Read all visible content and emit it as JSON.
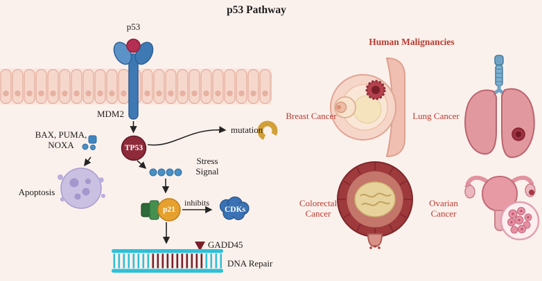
{
  "title": "p53 Pathway",
  "pathway": {
    "p53": "p53",
    "mdm2": "MDM2",
    "tp53": "TP53",
    "mutation": "mutation",
    "bax_puma": "BAX, PUMA,",
    "noxa": "NOXA",
    "apoptosis": "Apoptosis",
    "stress_line1": "Stress",
    "stress_line2": "Signal",
    "p21": "p21",
    "inhibits": "inhibits",
    "cdks": "CDKs",
    "gadd45": "GADD45",
    "dna_repair": "DNA Repair"
  },
  "malignancies": {
    "heading": "Human Malignancies",
    "breast": "Breast Cancer",
    "lung": "Lung Cancer",
    "colorectal_line1": "Colorectal",
    "colorectal_line2": "Cancer",
    "ovarian_line1": "Ovarian",
    "ovarian_line2": "Cancer"
  },
  "colors": {
    "background": "#fbf1ec",
    "label_red": "#b93a30",
    "tp53_fill": "#8e2a3a",
    "p21_fill": "#e6a02e",
    "cdks_fill": "#3a72b4",
    "dna_teal": "#2fc0d8",
    "dna_damage": "#7a1f2a",
    "mutation_gold": "#d2a039"
  }
}
